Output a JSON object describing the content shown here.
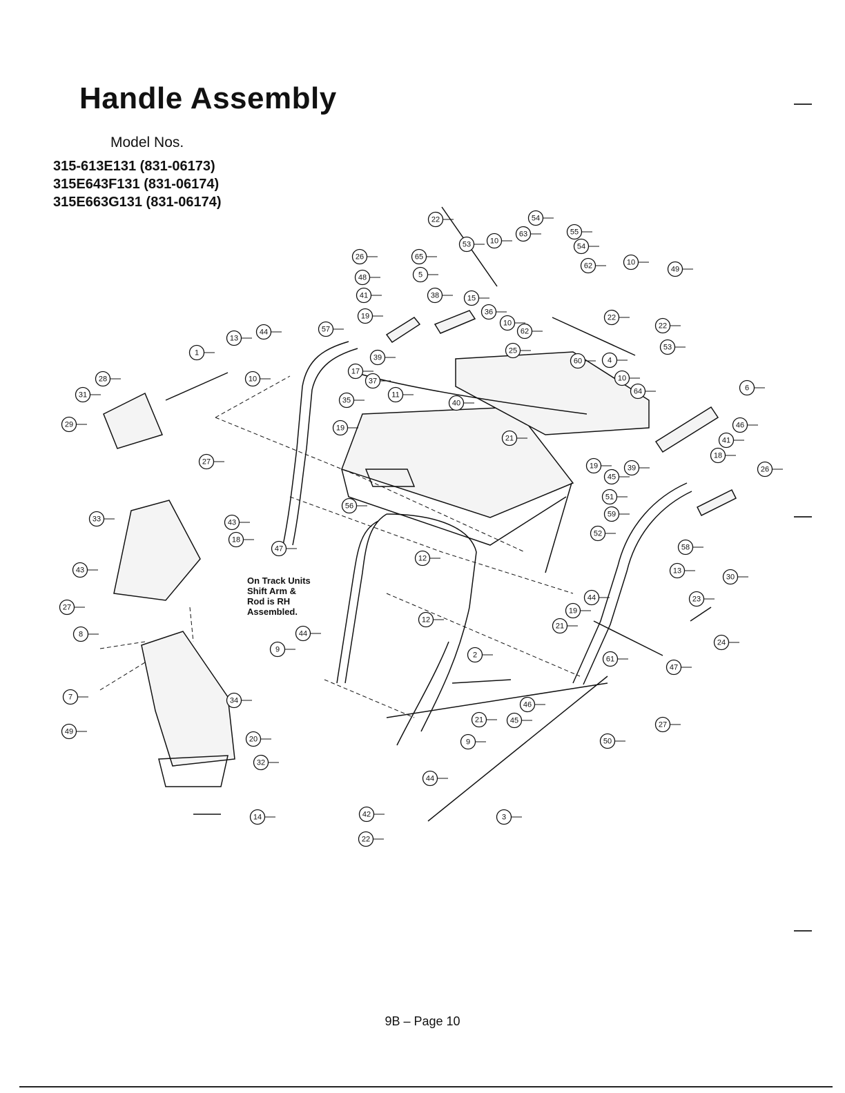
{
  "title": "Handle Assembly",
  "models_heading": "Model Nos.",
  "models": [
    "315-613E131 (831-06173)",
    "315E643F131 (831-06174)",
    "315E663G131 (831-06174)"
  ],
  "note_lines": [
    "On Track Units",
    "Shift Arm &",
    "Rod is RH",
    "Assembled."
  ],
  "footer": "9B – Page 10",
  "callouts": [
    {
      "label": "22"
    },
    {
      "label": "54"
    },
    {
      "label": "53"
    },
    {
      "label": "10"
    },
    {
      "label": "63"
    },
    {
      "label": "55"
    },
    {
      "label": "54"
    },
    {
      "label": "26"
    },
    {
      "label": "65"
    },
    {
      "label": "62"
    },
    {
      "label": "10"
    },
    {
      "label": "49"
    },
    {
      "label": "48"
    },
    {
      "label": "5"
    },
    {
      "label": "41"
    },
    {
      "label": "38"
    },
    {
      "label": "15"
    },
    {
      "label": "19"
    },
    {
      "label": "36"
    },
    {
      "label": "22"
    },
    {
      "label": "22"
    },
    {
      "label": "57"
    },
    {
      "label": "10"
    },
    {
      "label": "62"
    },
    {
      "label": "13"
    },
    {
      "label": "44"
    },
    {
      "label": "25"
    },
    {
      "label": "53"
    },
    {
      "label": "1"
    },
    {
      "label": "39"
    },
    {
      "label": "60"
    },
    {
      "label": "4"
    },
    {
      "label": "28"
    },
    {
      "label": "17"
    },
    {
      "label": "10"
    },
    {
      "label": "37"
    },
    {
      "label": "64"
    },
    {
      "label": "6"
    },
    {
      "label": "10"
    },
    {
      "label": "31"
    },
    {
      "label": "35"
    },
    {
      "label": "11"
    },
    {
      "label": "40"
    },
    {
      "label": "46"
    },
    {
      "label": "29"
    },
    {
      "label": "19"
    },
    {
      "label": "21"
    },
    {
      "label": "41"
    },
    {
      "label": "18"
    },
    {
      "label": "19"
    },
    {
      "label": "39"
    },
    {
      "label": "26"
    },
    {
      "label": "45"
    },
    {
      "label": "27"
    },
    {
      "label": "51"
    },
    {
      "label": "56"
    },
    {
      "label": "59"
    },
    {
      "label": "33"
    },
    {
      "label": "43"
    },
    {
      "label": "18"
    },
    {
      "label": "58"
    },
    {
      "label": "47"
    },
    {
      "label": "52"
    },
    {
      "label": "12"
    },
    {
      "label": "13"
    },
    {
      "label": "43"
    },
    {
      "label": "30"
    },
    {
      "label": "44"
    },
    {
      "label": "23"
    },
    {
      "label": "27"
    },
    {
      "label": "19"
    },
    {
      "label": "21"
    },
    {
      "label": "12"
    },
    {
      "label": "24"
    },
    {
      "label": "8"
    },
    {
      "label": "44"
    },
    {
      "label": "9"
    },
    {
      "label": "2"
    },
    {
      "label": "61"
    },
    {
      "label": "47"
    },
    {
      "label": "7"
    },
    {
      "label": "34"
    },
    {
      "label": "46"
    },
    {
      "label": "21"
    },
    {
      "label": "45"
    },
    {
      "label": "27"
    },
    {
      "label": "49"
    },
    {
      "label": "20"
    },
    {
      "label": "9"
    },
    {
      "label": "50"
    },
    {
      "label": "32"
    },
    {
      "label": "44"
    },
    {
      "label": "14"
    },
    {
      "label": "42"
    },
    {
      "label": "3"
    },
    {
      "label": "22"
    }
  ]
}
